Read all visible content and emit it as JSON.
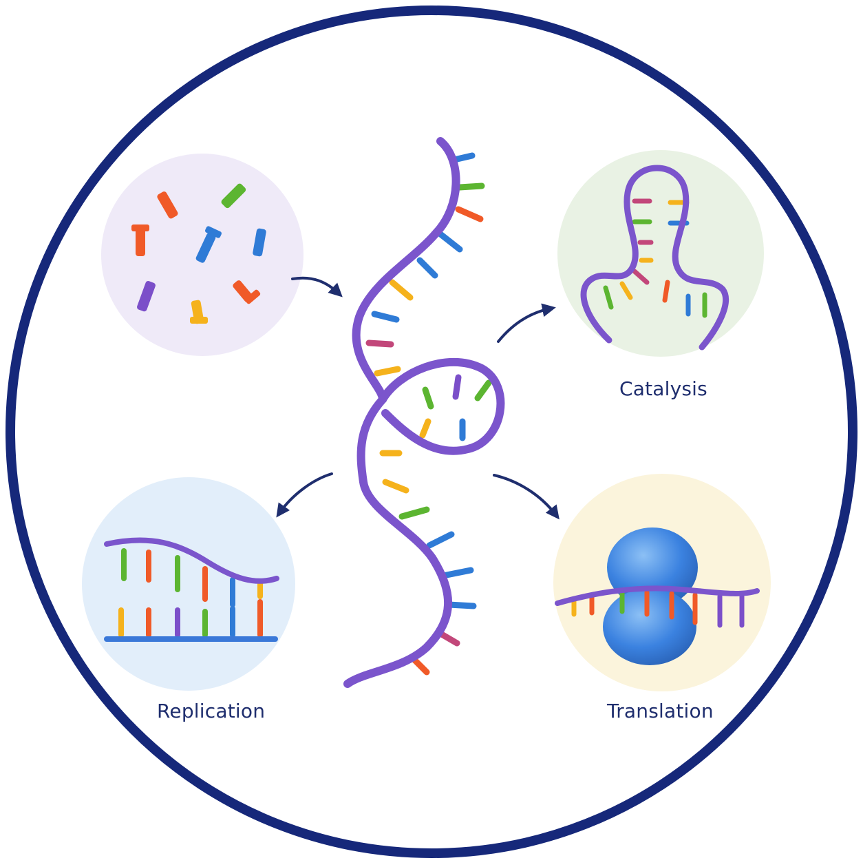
{
  "labels": {
    "catalysis": "Catalysis",
    "replication": "Replication",
    "translation": "Translation"
  },
  "colors": {
    "border": "#16287a",
    "rna_backbone": "#7b55cc",
    "rna_backbone_light": "#a487e6",
    "arrow": "#1f2e6e",
    "label_text": "#1f2e6e",
    "monomers_bg": "#efeaf8",
    "catalysis_bg": "#e9f2e4",
    "replication_bg": "#e2eefa",
    "translation_bg": "#fbf4dc",
    "ribosome": "#3b82e0",
    "template_strand": "#3a78d8",
    "base_orange": "#f05a28",
    "base_green": "#5cb531",
    "base_blue": "#2f7bd6",
    "base_yellow": "#f5b21c",
    "base_purple": "#7b4fc9",
    "base_pink": "#c2477a"
  },
  "icons": {
    "monomers": "scattered-nucleotides-icon",
    "central": "rna-strand-icon",
    "catalysis": "ribozyme-hairpin-icon",
    "replication": "rna-replication-icon",
    "translation": "ribosome-translation-icon"
  }
}
